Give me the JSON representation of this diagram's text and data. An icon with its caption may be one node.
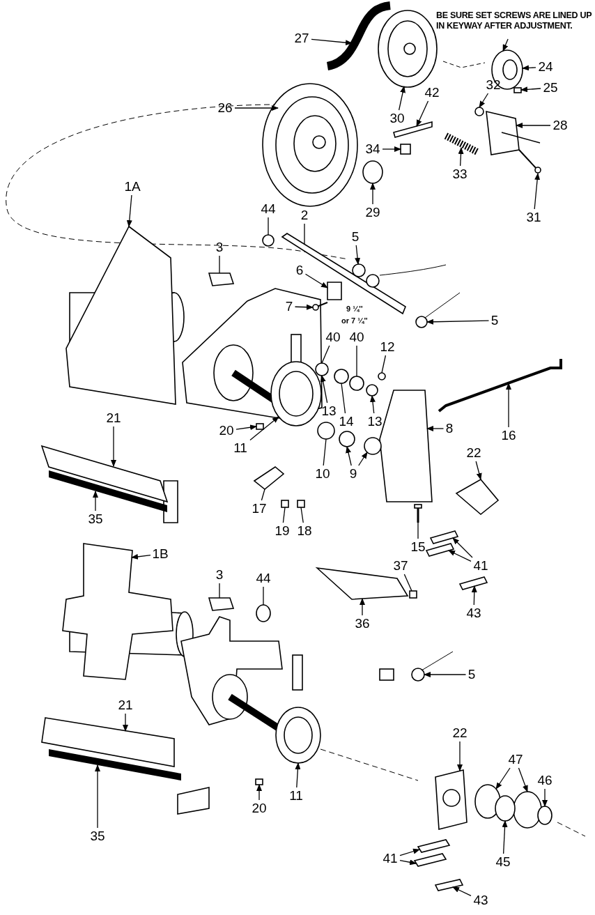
{
  "diagram": {
    "nodes": [
      {
        "text": [
          "BE SURE SET SCREWS ARE LINED UP IN KEYWAY AFTER ADJUSTMENT."
        ]
      },
      {
        "text": [
          "27"
        ]
      },
      {
        "text": [
          "24"
        ]
      },
      {
        "text": [
          "25"
        ]
      },
      {
        "text": [
          "26"
        ]
      },
      {
        "text": [
          "30"
        ]
      },
      {
        "text": [
          "42"
        ]
      },
      {
        "text": [
          "32"
        ]
      },
      {
        "text": [
          "28"
        ]
      },
      {
        "text": [
          "34"
        ]
      },
      {
        "text": [
          "33"
        ]
      },
      {
        "text": [
          "29"
        ]
      },
      {
        "text": [
          "31"
        ]
      },
      {
        "text": [
          "1A"
        ]
      },
      {
        "text": [
          "44"
        ]
      },
      {
        "text": [
          "2"
        ]
      },
      {
        "text": [
          "3"
        ]
      },
      {
        "text": [
          "5"
        ]
      },
      {
        "text": [
          "6"
        ]
      },
      {
        "text": [
          "7"
        ]
      },
      {
        "text": [
          "5"
        ]
      },
      {
        "text": [
          "40"
        ]
      },
      {
        "text": [
          "40"
        ]
      },
      {
        "text": [
          "12"
        ]
      },
      {
        "text": [
          "13"
        ]
      },
      {
        "text": [
          "14"
        ]
      },
      {
        "text": [
          "13"
        ]
      },
      {
        "text": [
          "16"
        ]
      },
      {
        "text": [
          "8"
        ]
      },
      {
        "text": [
          "21"
        ]
      },
      {
        "text": [
          "20"
        ]
      },
      {
        "text": [
          "11"
        ]
      },
      {
        "text": [
          "10"
        ]
      },
      {
        "text": [
          "9"
        ]
      },
      {
        "text": [
          "22"
        ]
      },
      {
        "text": [
          "17"
        ]
      },
      {
        "text": [
          "19"
        ]
      },
      {
        "text": [
          "18"
        ]
      },
      {
        "text": [
          "35"
        ]
      },
      {
        "text": [
          "15"
        ]
      },
      {
        "text": [
          "41"
        ]
      },
      {
        "text": [
          "43"
        ]
      },
      {
        "text": [
          "37"
        ]
      },
      {
        "text": [
          "1B"
        ]
      },
      {
        "text": [
          "3"
        ]
      },
      {
        "text": [
          "44"
        ]
      },
      {
        "text": [
          "36"
        ]
      },
      {
        "text": [
          "5"
        ]
      },
      {
        "text": [
          "21"
        ]
      },
      {
        "text": [
          "20"
        ]
      },
      {
        "text": [
          "11"
        ]
      },
      {
        "text": [
          "35"
        ]
      },
      {
        "text": [
          "22"
        ]
      },
      {
        "text": [
          "47"
        ]
      },
      {
        "text": [
          "46"
        ]
      },
      {
        "text": [
          "45"
        ]
      },
      {
        "text": [
          "41"
        ]
      },
      {
        "text": [
          "43"
        ]
      },
      {
        "text": [],
        "shape": "picture"
      },
      {
        "text": [],
        "shape": "picture"
      },
      {
        "text": [],
        "shape": "box"
      },
      {
        "text": [],
        "shape": "picture"
      },
      {
        "text": [],
        "shape": "picture"
      },
      {
        "text": [],
        "shape": "bar"
      },
      {
        "text": [],
        "shape": "circle"
      },
      {
        "text": [],
        "shape": "picture"
      },
      {
        "text": [],
        "shape": "box"
      },
      {
        "text": [],
        "shape": "picture"
      },
      {
        "text": [],
        "shape": "circle"
      },
      {
        "text": [],
        "shape": "picture"
      },
      {
        "text": [],
        "shape": "box"
      },
      {
        "text": [],
        "shape": "circle"
      },
      {
        "text": [],
        "shape": "bar"
      },
      {
        "text": [],
        "shape": "box"
      },
      {
        "text": [],
        "shape": "picture"
      },
      {
        "text": [],
        "shape": "box"
      },
      {
        "text": [],
        "shape": "picture"
      },
      {
        "text": [],
        "shape": "picture"
      },
      {
        "text": [],
        "shape": "circle"
      },
      {
        "text": [],
        "shape": "circle"
      },
      {
        "text": [],
        "shape": "circle"
      },
      {
        "text": [],
        "shape": "circle"
      },
      {
        "text": [],
        "shape": "circle"
      },
      {
        "text": [],
        "shape": "picture"
      },
      {
        "text": [],
        "shape": "box"
      },
      {
        "text": [],
        "shape": "box"
      },
      {
        "text": [],
        "shape": "box"
      },
      {
        "text": [],
        "shape": "picture"
      },
      {
        "text": [],
        "shape": "circle"
      },
      {
        "text": [],
        "shape": "circle"
      },
      {
        "text": [],
        "shape": "circle"
      },
      {
        "text": [],
        "shape": "diamond"
      },
      {
        "text": [],
        "shape": "box"
      },
      {
        "text": [],
        "shape": "box"
      },
      {
        "text": [],
        "shape": "box"
      },
      {
        "text": [],
        "shape": "bar"
      },
      {
        "text": [],
        "shape": "picture"
      },
      {
        "text": [],
        "shape": "bar"
      },
      {
        "text": [],
        "shape": "bar"
      },
      {
        "text": [],
        "shape": "bar"
      },
      {
        "text": [],
        "shape": "box"
      },
      {
        "text": [],
        "shape": "box"
      },
      {
        "text": [],
        "shape": "box"
      },
      {
        "text": [],
        "shape": "circle"
      },
      {
        "text": [],
        "shape": "box"
      },
      {
        "text": [],
        "shape": "picture"
      },
      {
        "text": [],
        "shape": "box"
      },
      {
        "text": [],
        "shape": "box"
      },
      {
        "text": [],
        "shape": "picture"
      },
      {
        "text": [],
        "shape": "bar"
      },
      {
        "text": [],
        "shape": "picture"
      },
      {
        "text": [],
        "shape": "circle"
      },
      {
        "text": [],
        "shape": "circle"
      },
      {
        "text": [],
        "shape": "circle"
      },
      {
        "text": [],
        "shape": "circle"
      },
      {
        "text": [],
        "shape": "bar"
      },
      {
        "text": [],
        "shape": "bar"
      },
      {
        "text": [],
        "shape": "bar"
      }
    ],
    "edges": [
      {
        "from": 0,
        "to": 58,
        "arrow": "to"
      },
      {
        "from": 1,
        "to": 59,
        "arrow": "to"
      },
      {
        "from": 2,
        "to": 58,
        "arrow": "to"
      },
      {
        "from": 3,
        "to": 60,
        "arrow": "to"
      },
      {
        "from": 4,
        "to": 61,
        "arrow": "to"
      },
      {
        "from": 5,
        "to": 62,
        "arrow": "to"
      },
      {
        "from": 6,
        "to": 63,
        "arrow": "to"
      },
      {
        "from": 7,
        "to": 64,
        "arrow": "to"
      },
      {
        "from": 8,
        "to": 65,
        "arrow": "to"
      },
      {
        "from": 9,
        "to": 66,
        "arrow": "to"
      },
      {
        "from": 10,
        "to": 67,
        "arrow": "to"
      },
      {
        "from": 11,
        "to": 68,
        "arrow": "to"
      },
      {
        "from": 12,
        "to": 69,
        "arrow": "to"
      },
      {
        "from": 13,
        "to": 70,
        "arrow": "to"
      },
      {
        "from": 14,
        "to": 71,
        "arrow": "none"
      },
      {
        "from": 15,
        "to": 72,
        "arrow": "none"
      },
      {
        "from": 16,
        "to": 73,
        "arrow": "none"
      },
      {
        "from": 17,
        "to": 74,
        "arrow": "to"
      },
      {
        "from": 18,
        "to": 75,
        "arrow": "to"
      },
      {
        "from": 19,
        "to": 76,
        "arrow": "to"
      },
      {
        "from": 20,
        "to": 77,
        "arrow": "to"
      },
      {
        "from": 21,
        "to": 78,
        "arrow": "none"
      },
      {
        "from": 22,
        "to": 79,
        "arrow": "none"
      },
      {
        "from": 23,
        "to": 80,
        "arrow": "none"
      },
      {
        "from": 24,
        "to": 78,
        "arrow": "to"
      },
      {
        "from": 25,
        "to": 81,
        "arrow": "none"
      },
      {
        "from": 26,
        "to": 82,
        "arrow": "to"
      },
      {
        "from": 27,
        "to": 83,
        "arrow": "to"
      },
      {
        "from": 28,
        "to": 84,
        "arrow": "to"
      },
      {
        "from": 29,
        "to": 85,
        "arrow": "to"
      },
      {
        "from": 30,
        "to": 86,
        "arrow": "to"
      },
      {
        "from": 31,
        "to": 87,
        "arrow": "to"
      },
      {
        "from": 32,
        "to": 88,
        "arrow": "none"
      },
      {
        "from": 33,
        "to": 89,
        "arrow": "to"
      },
      {
        "from": 33,
        "to": 90,
        "arrow": "to"
      },
      {
        "from": 34,
        "to": 91,
        "arrow": "to"
      },
      {
        "from": 35,
        "to": 92,
        "arrow": "none"
      },
      {
        "from": 36,
        "to": 93,
        "arrow": "none"
      },
      {
        "from": 37,
        "to": 94,
        "arrow": "none"
      },
      {
        "from": 38,
        "to": 95,
        "arrow": "to"
      },
      {
        "from": 39,
        "to": 96,
        "arrow": "none"
      },
      {
        "from": 40,
        "to": 97,
        "arrow": "to"
      },
      {
        "from": 40,
        "to": 98,
        "arrow": "to"
      },
      {
        "from": 41,
        "to": 99,
        "arrow": "to"
      },
      {
        "from": 42,
        "to": 100,
        "arrow": "none"
      },
      {
        "from": 43,
        "to": 101,
        "arrow": "to"
      },
      {
        "from": 44,
        "to": 102,
        "arrow": "none"
      },
      {
        "from": 45,
        "to": 103,
        "arrow": "none"
      },
      {
        "from": 46,
        "to": 104,
        "arrow": "to"
      },
      {
        "from": 47,
        "to": 105,
        "arrow": "to"
      },
      {
        "from": 48,
        "to": 106,
        "arrow": "to"
      },
      {
        "from": 49,
        "to": 107,
        "arrow": "to"
      },
      {
        "from": 50,
        "to": 108,
        "arrow": "to"
      },
      {
        "from": 51,
        "to": 109,
        "arrow": "to"
      },
      {
        "from": 52,
        "to": 110,
        "arrow": "to"
      },
      {
        "from": 53,
        "to": 111,
        "arrow": "to"
      },
      {
        "from": 53,
        "to": 112,
        "arrow": "to"
      },
      {
        "from": 54,
        "to": 113,
        "arrow": "to"
      },
      {
        "from": 55,
        "to": 114,
        "arrow": "to"
      },
      {
        "from": 56,
        "to": 115,
        "arrow": "to"
      },
      {
        "from": 56,
        "to": 116,
        "arrow": "to"
      },
      {
        "from": 57,
        "to": 117,
        "arrow": "to"
      }
    ],
    "labels": [
      "9 ¼''",
      "or 7 ¼''"
    ]
  }
}
